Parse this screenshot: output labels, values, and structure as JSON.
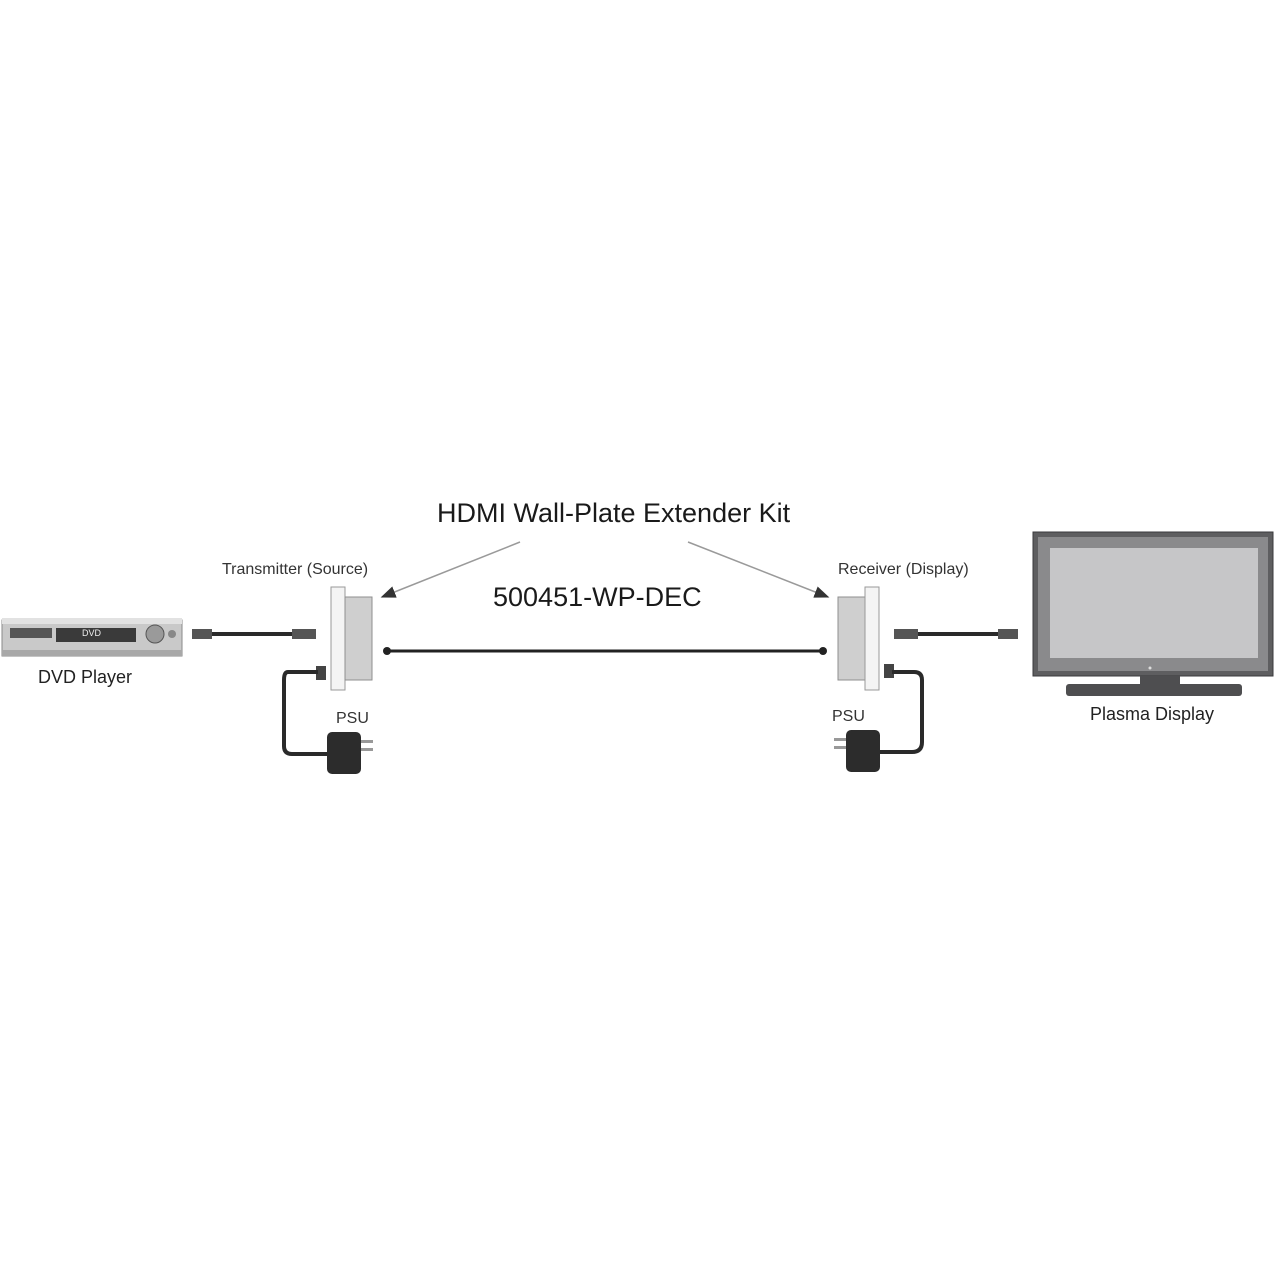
{
  "diagram": {
    "title": "HDMI Wall-Plate Extender Kit",
    "model": "500451-WP-DEC",
    "transmitter_label": "Transmitter (Source)",
    "receiver_label": "Receiver (Display)",
    "dvd_label": "DVD Player",
    "dvd_logo": "DVD",
    "display_label": "Plasma Display",
    "psu_left_label": "PSU",
    "psu_right_label": "PSU"
  }
}
